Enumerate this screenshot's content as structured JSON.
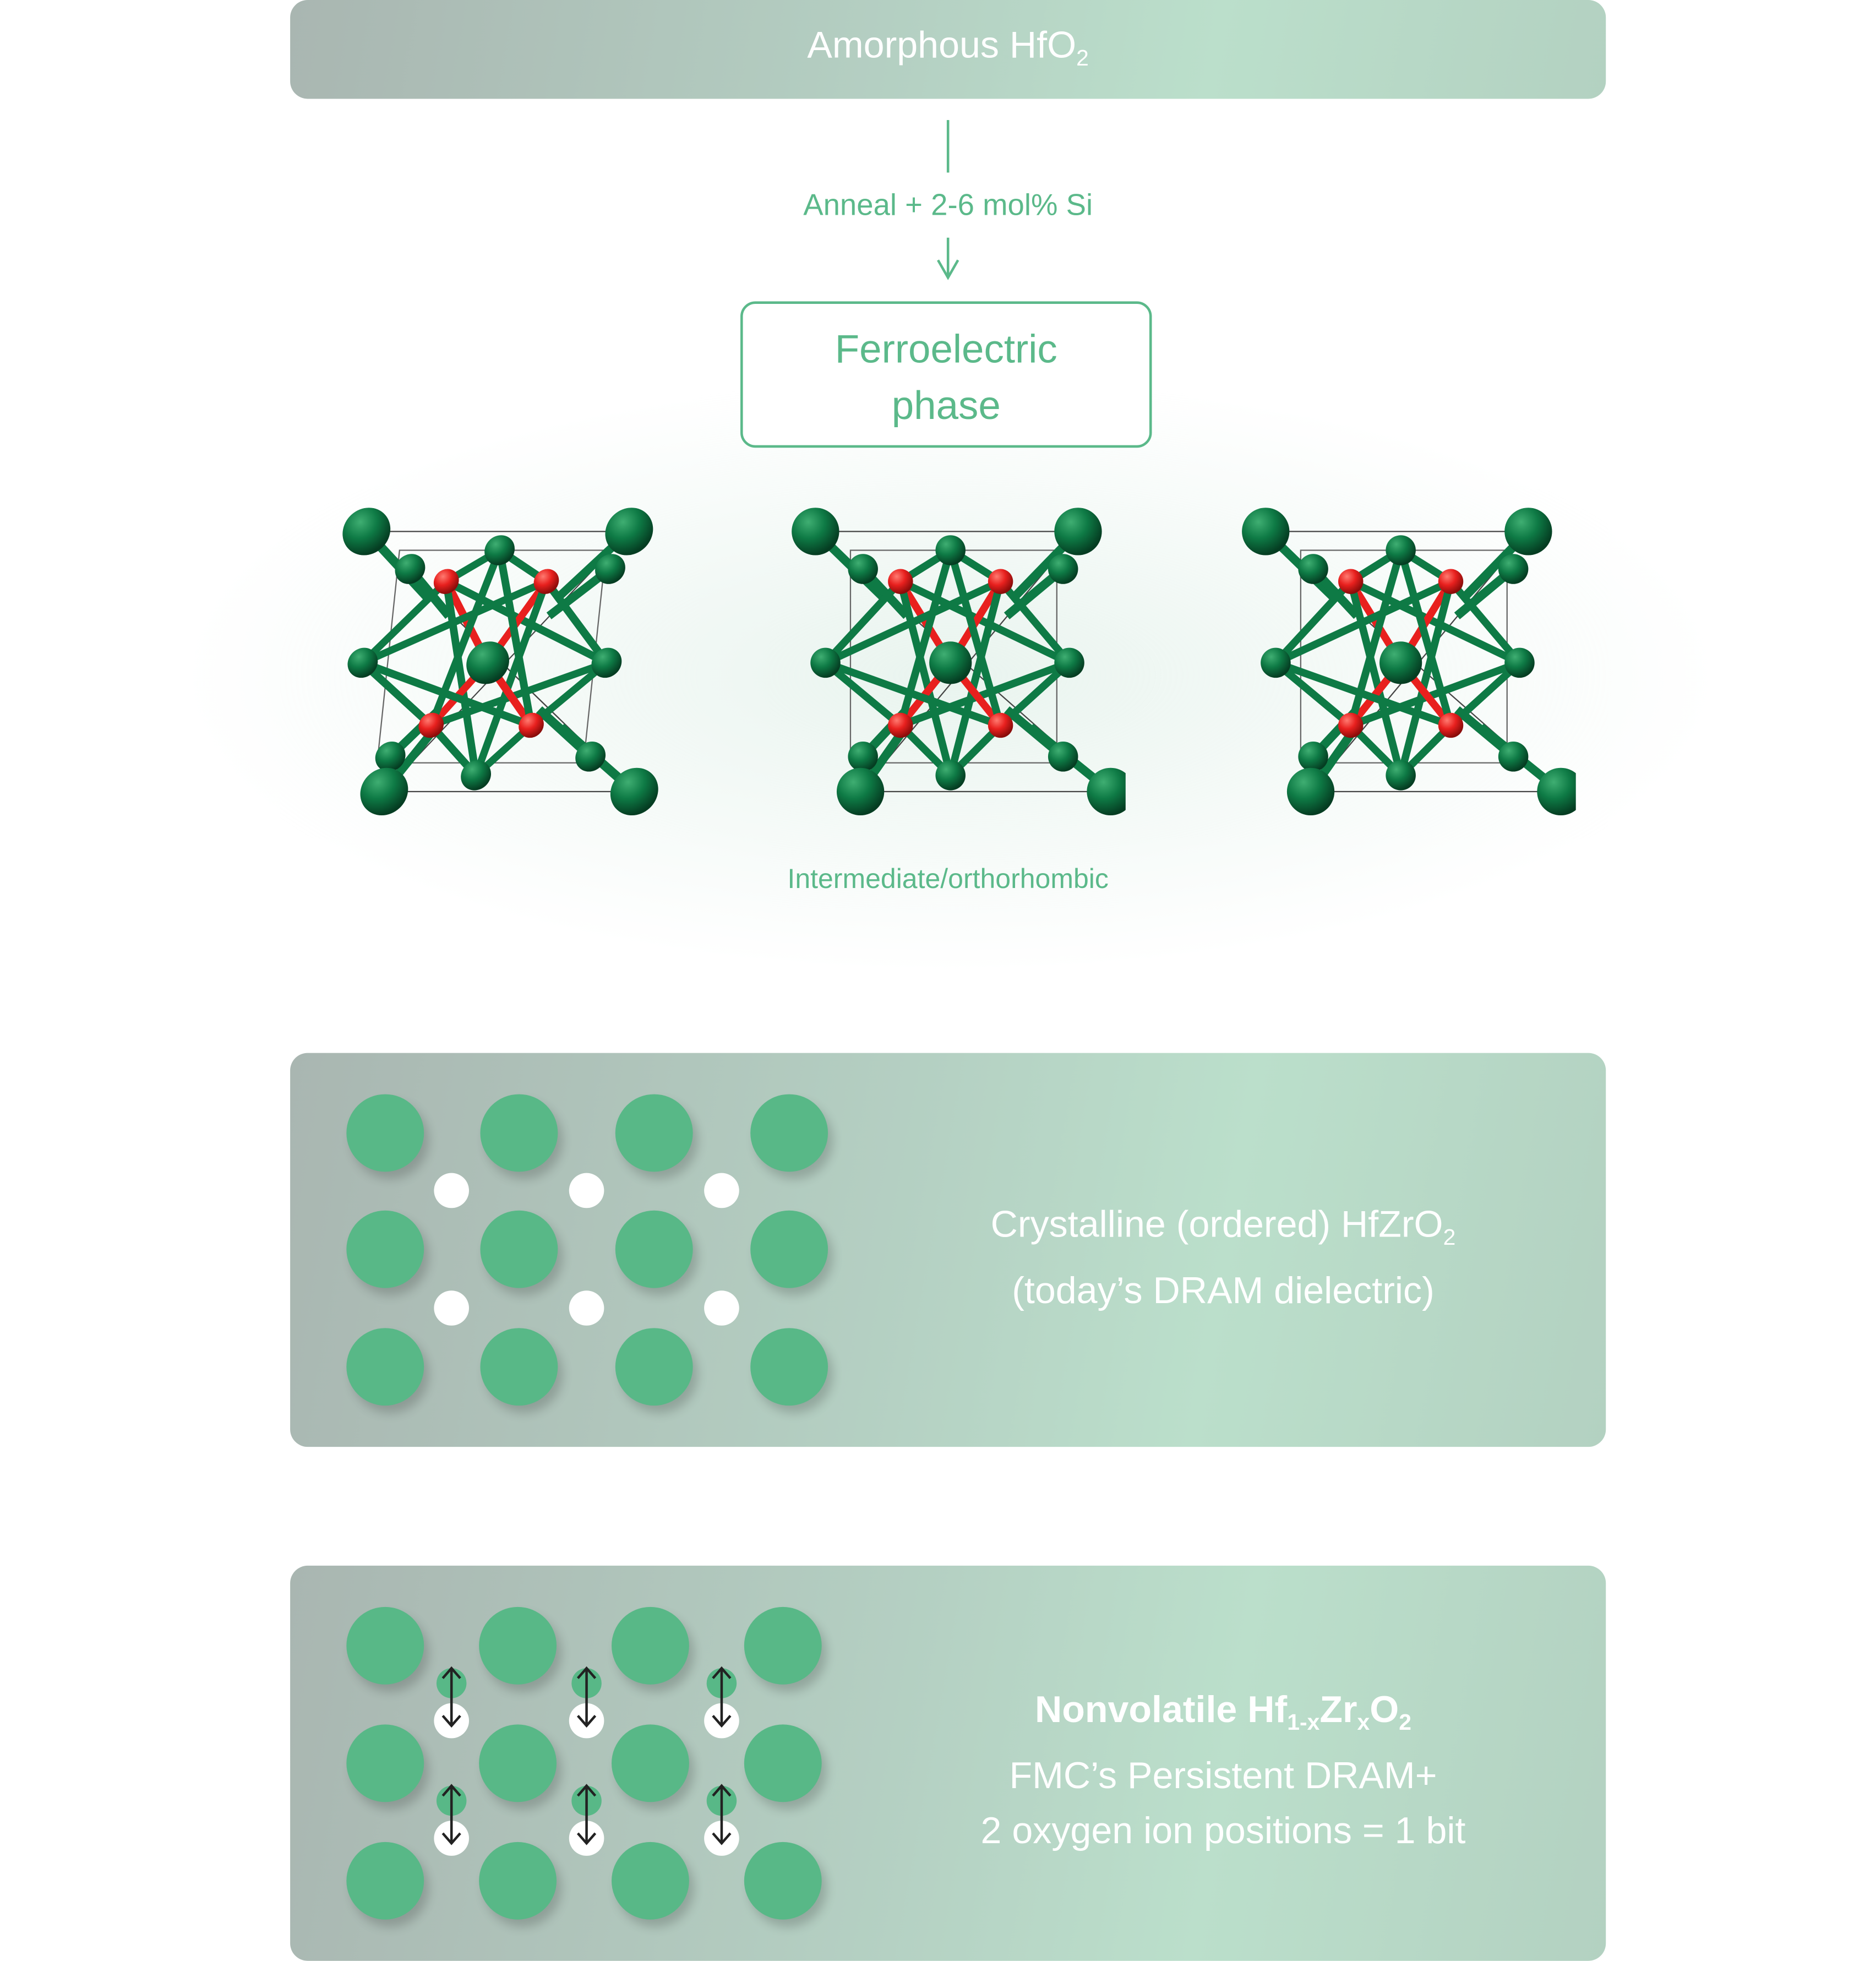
{
  "top": {
    "title": "Amorphous HfO",
    "title_sub": "2"
  },
  "process": {
    "label": "Anneal + 2-6 mol% Si"
  },
  "phase_box": {
    "line1": "Ferroelectric",
    "line2": "phase"
  },
  "structures": {
    "caption": "Intermediate/orthorhombic",
    "count": 3
  },
  "panel_crystalline": {
    "line1": "Crystalline (ordered) HfZrO",
    "line1_sub": "2",
    "line2": "(today’s DRAM dielectric)"
  },
  "panel_nonvolatile": {
    "title_a": "Nonvolatile Hf",
    "sub1": "1-x",
    "title_b": "Zr",
    "sub2": "x",
    "title_c": "O",
    "sub3": "2",
    "line2": "FMC’s Persistent DRAM+",
    "line3": "2 oxygen ion positions = 1 bit"
  },
  "colors": {
    "green": "#5bb98a",
    "atom_green": "#0e7a45",
    "atom_red": "#e8201e",
    "panel_gradient_left": "#a9b6b1",
    "panel_gradient_right": "#bbdfcb"
  }
}
